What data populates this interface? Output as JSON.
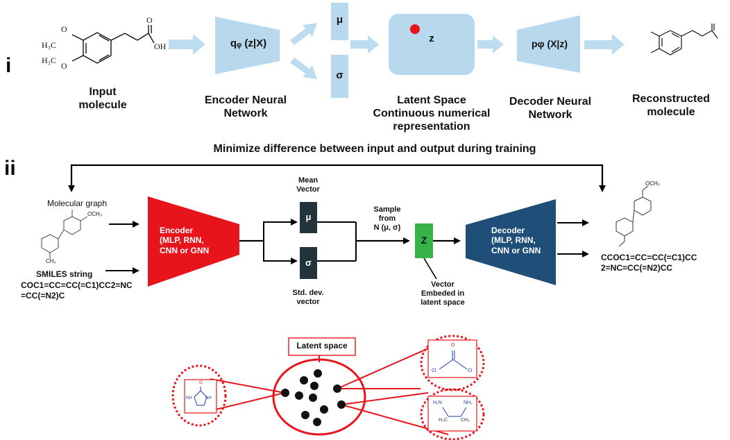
{
  "panel_i": {
    "roman": "i",
    "input_label": "Input\nmolecule",
    "encoder_formula": "qᵩ (z|X)",
    "mu": "μ",
    "sigma": "σ",
    "latent_z": "z",
    "decoder_formula": "pφ (X|z)",
    "encoder_label": "Encoder Neural\nNetwork",
    "latent_label": "Latent Space\nContinuous numerical\nrepresentation",
    "decoder_label": "Decoder Neural\nNetwork",
    "reconstructed_label": "Reconstructed\nmolecule",
    "mol_h3c_top": "H₃C",
    "mol_h3c_bottom": "H₃C",
    "mol_o_top": "O",
    "mol_o_bottom": "O",
    "mol_acid_o": "O",
    "mol_oh": "OH"
  },
  "panel_ii": {
    "roman": "ii",
    "minimize_text": "Minimize difference between input and output during training",
    "molecular_graph": "Molecular graph",
    "smiles_title": "SMILES string",
    "smiles_input": "COC1=CC=CC(=C1)CC2=NC\n=CC(=N2)C",
    "encoder_box": "Encoder\n(MLP, RNN,\nCNN or GNN",
    "mean_vector": "Mean\nVector",
    "mu": "μ",
    "sigma": "σ",
    "std_vector": "Std. dev.\nvector",
    "sample_from": "Sample\nfrom\nN (μ, σ)",
    "z_box": "Z",
    "vector_embedded": "Vector\nEmbeded in\nlatent space",
    "decoder_box": "Decoder\n(MLP, RNN,\nCNN or GNN",
    "smiles_output": "CCOC1=CC=CC(=C1)CC\n2=NC=CC(=N2)CC",
    "och3": "OCH₃",
    "ch3": "CH₃"
  },
  "latent_space": {
    "title": "Latent space",
    "left_mol_nh1": "NH",
    "left_mol_nh2": "NH",
    "left_mol_o": "O",
    "right_top_o": "O",
    "right_top_cl1": "Cl",
    "right_top_cl2": "Cl",
    "right_bottom_h2n": "H₂N",
    "right_bottom_nh2": "NH₂",
    "right_bottom_h3c": "H₃C",
    "right_bottom_ch2": "CH₂"
  },
  "colors": {
    "light_blue": "#b8d8ee",
    "arrow_blue": "#bcdcf0",
    "red": "#e8141c",
    "navy": "#1f4e79",
    "dark_box": "#22333b",
    "green": "#37b34a",
    "latent_dot": "#e8141c",
    "mol_blue": "#1a3ea8"
  }
}
